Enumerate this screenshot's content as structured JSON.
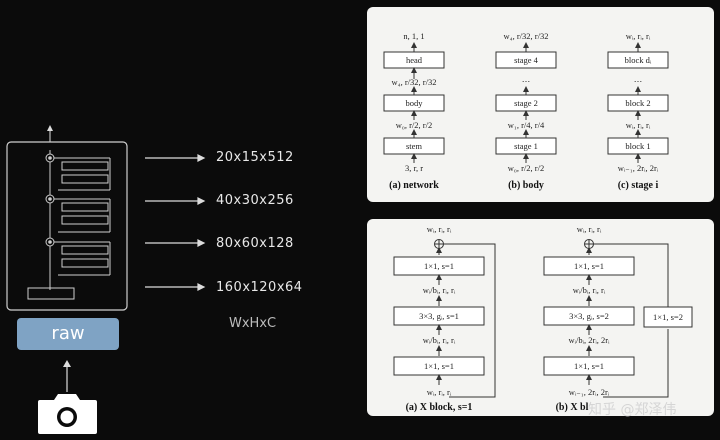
{
  "left": {
    "raw_label": "raw",
    "outputs": [
      "20x15x512",
      "40x30x256",
      "80x60x128",
      "160x120x64"
    ],
    "dims_label": "WxHxC"
  },
  "top_panel": {
    "network": {
      "caption": "(a) network",
      "top": "n, 1, 1",
      "box1": "head",
      "mid1": "w₄, r/32, r/32",
      "box2": "body",
      "mid2": "w₀, r/2, r/2",
      "box3": "stem",
      "bottom": "3, r, r"
    },
    "body": {
      "caption": "(b) body",
      "top": "w₄, r/32, r/32",
      "dots": "⋯",
      "box1": "stage 4",
      "box2": "stage 2",
      "mid2": "w₁, r/4, r/4",
      "box3": "stage 1",
      "bottom": "w₀, r/2, r/2"
    },
    "stage": {
      "caption": "(c) stage i",
      "top": "wᵢ, rᵢ, rᵢ",
      "dots": "⋯",
      "box1": "block dᵢ",
      "box2": "block 2",
      "mid2": "wᵢ, rᵢ, rᵢ",
      "box3": "block 1",
      "bottom": "wᵢ₋₁, 2rᵢ, 2rᵢ"
    }
  },
  "bottom_panel": {
    "xblock1": {
      "caption": "(a) X block, s=1",
      "top": "wᵢ, rᵢ, rᵢ",
      "box1": "1×1, s=1",
      "mid1": "wᵢ/bᵢ, rᵢ, rᵢ",
      "box2": "3×3, gᵢ, s=1",
      "mid2": "wᵢ/bᵢ, rᵢ, rᵢ",
      "box3": "1×1, s=1",
      "bottom": "wᵢ, rᵢ, rᵢ"
    },
    "xblock2": {
      "caption": "(b) X bl",
      "top": "wᵢ, rᵢ, rᵢ",
      "box1": "1×1, s=1",
      "mid1": "wᵢ/bᵢ, rᵢ, rᵢ",
      "box2": "3×3, gᵢ, s=2",
      "mid2": "wᵢ/bᵢ, 2rᵢ, 2rᵢ",
      "box3": "1×1, s=1",
      "bottom": "wᵢ₋₁, 2rᵢ, 2rᵢ",
      "shortcut": "1×1, s=2"
    }
  },
  "watermark": "知乎 @郑泽伟"
}
